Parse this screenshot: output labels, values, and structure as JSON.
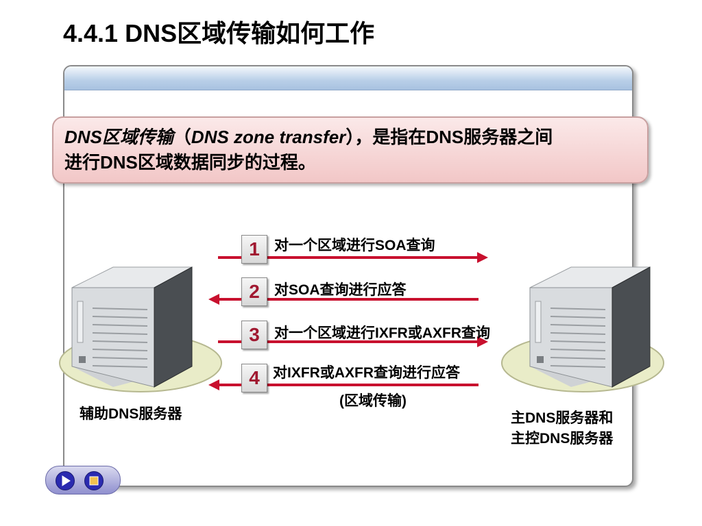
{
  "slide": {
    "title": "4.4.1  DNS区域传输如何工作",
    "callout": {
      "term": "DNS区域传输",
      "open_paren": "（",
      "term_en": "DNS zone transfer",
      "rest_line1": "），是指在DNS服务器之间",
      "line2": "进行DNS区域数据同步的过程。"
    },
    "steps": [
      {
        "num": "1",
        "label": "对一个区域进行SOA查询",
        "direction": "right"
      },
      {
        "num": "2",
        "label": "对SOA查询进行应答",
        "direction": "left"
      },
      {
        "num": "3",
        "label": "对一个区域进行IXFR或AXFR查询",
        "direction": "right"
      },
      {
        "num": "4",
        "label": "对IXFR或AXFR查询进行应答",
        "sublabel": "(区域传输)",
        "direction": "left"
      }
    ],
    "left_server": {
      "label": "辅助DNS服务器"
    },
    "right_server": {
      "line1": "主DNS服务器和",
      "line2": "主控DNS服务器"
    }
  },
  "colors": {
    "arrow": "#c8102e",
    "step_number": "#a01830",
    "callout_bg": "#f2c7c7",
    "panel_header": "#b9cfe8"
  },
  "nav": {
    "icons": [
      "play-icon",
      "stop-icon"
    ]
  }
}
